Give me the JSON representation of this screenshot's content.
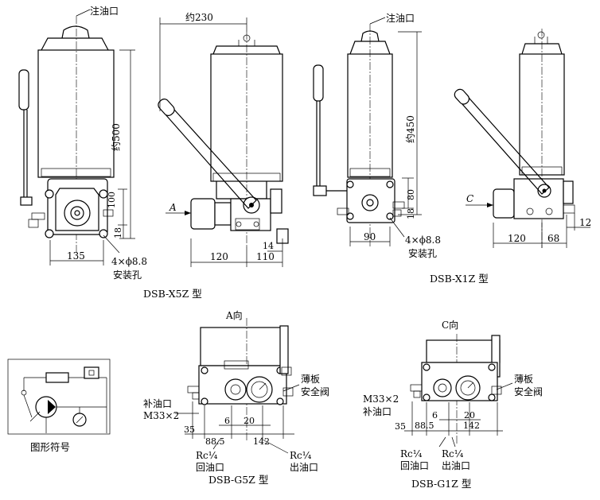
{
  "labels": {
    "fill_port_1": "注油口",
    "fill_port_2": "注油口",
    "approx_230": "约230",
    "approx_500": "约500",
    "approx_450": "约450",
    "mount_holes_1": "4×ϕ8.8",
    "mount_holes_1b": "安装孔",
    "mount_holes_2": "4×ϕ8.8",
    "mount_holes_2b": "安装孔",
    "dim_135": "135",
    "dim_120a": "120",
    "dim_110": "110",
    "dim_14": "14",
    "dim_100": "100",
    "dim_18a": "18",
    "dim_80": "80",
    "dim_18b": "18",
    "dim_90": "90",
    "dim_120b": "120",
    "dim_68": "68",
    "dim_12": "12",
    "arrow_a": "A",
    "arrow_c": "C",
    "model_x5z": "DSB-X5Z 型",
    "model_x1z": "DSB-X1Z 型",
    "view_a": "A向",
    "view_c": "C向",
    "thin_plate_1": "薄板",
    "safety_valve_1": "安全阀",
    "thin_plate_2": "薄板",
    "safety_valve_2": "安全阀",
    "refill_1": "补油口",
    "thread_1": "M33×2",
    "thread_2": "M33×2",
    "refill_2": "补油口",
    "d35a": "35",
    "d6a": "6",
    "d20a": "20",
    "d88a": "88.5",
    "d142a": "142",
    "d35b": "35",
    "d6b": "6",
    "d20b": "20",
    "d88b": "88.5",
    "d142b": "142",
    "rc_1": "Rc¼",
    "return_1": "回油口",
    "rc_2": "Rc¼",
    "outlet_1": "出油口",
    "rc_3": "Rc¼",
    "return_2": "回油口",
    "rc_4": "Rc¼",
    "outlet_2": "出油口",
    "model_g5z": "DSB-G5Z 型",
    "model_g1z": "DSB-G1Z 型",
    "symbol": "图形符号"
  }
}
